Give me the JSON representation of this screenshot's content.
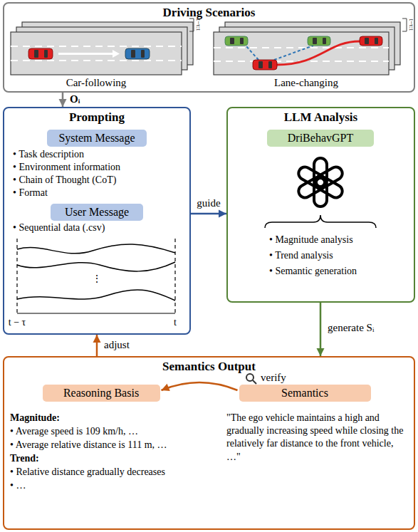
{
  "diagram": {
    "nodes": [
      {
        "text": [
          "Driving Scenarios"
        ]
      },
      {
        "text": [
          "Prompting"
        ]
      },
      {
        "text": [
          "System Message"
        ],
        "in": 1
      },
      {
        "text": [
          "User Message"
        ],
        "in": 1
      },
      {
        "text": [
          "LLM Analysis"
        ]
      },
      {
        "text": [
          "DriBehavGPT"
        ],
        "in": 4
      },
      {
        "text": [
          "Semantics Output"
        ]
      },
      {
        "text": [
          "Reasoning Basis"
        ],
        "in": 6
      },
      {
        "text": [
          "Semantics"
        ],
        "in": 6
      }
    ],
    "edges": [
      {
        "from": 0,
        "to": 1,
        "label": "Oᵢ",
        "arrow": "to"
      },
      {
        "from": 1,
        "to": 4,
        "label": "guide",
        "arrow": "to"
      },
      {
        "from": 4,
        "to": 6,
        "label": "generate Sᵢ",
        "arrow": "to"
      },
      {
        "from": 6,
        "to": 1,
        "label": "adjust",
        "arrow": "to"
      },
      {
        "from": 8,
        "to": 7,
        "label": "verify",
        "arrow": "to"
      }
    ],
    "labels": [
      "Car-following",
      "Lane-changing",
      "t−τ:t",
      "t−τ:t",
      "• Task description",
      "• Environment information",
      "• Chain of Thought (CoT)",
      "• Format",
      "• Sequential data (.csv)",
      "t − τ",
      "⋮",
      "t",
      "• Magnitude analysis",
      "• Trend analysis",
      "• Semantic generation",
      "Magnitude:",
      "• Average speed is 109 km/h, …",
      "• Average relative distance is 111 m, …",
      "Trend:",
      "• Relative distance gradually decreases",
      "• …",
      "\"The ego vehicle maintains a high and gradually increasing speed while closing the relatively far distance to the front vehicle, …\""
    ]
  }
}
